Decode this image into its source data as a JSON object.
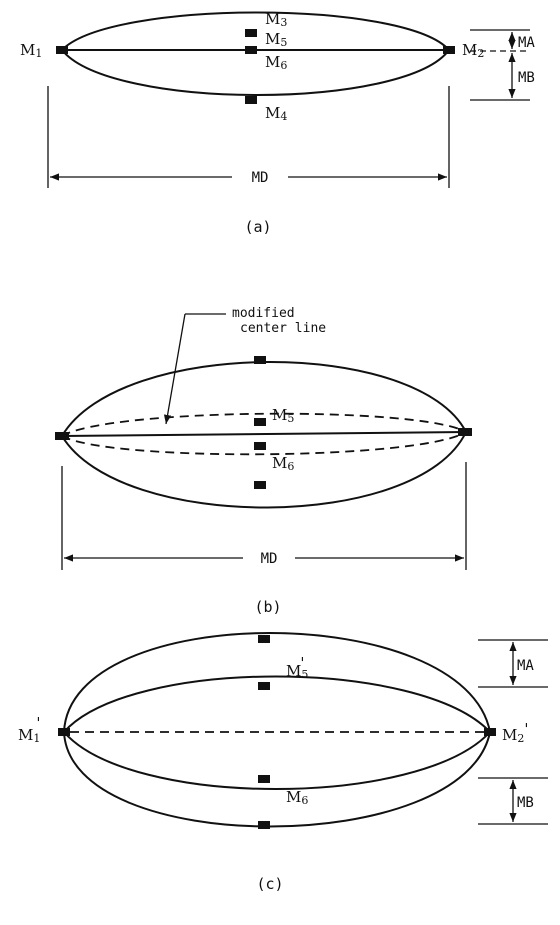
{
  "panel_a": {
    "caption": "(a)",
    "nodes": {
      "m1": "M",
      "m1_sub": "1",
      "m2": "M",
      "m2_sub": "2",
      "m3": "M",
      "m3_sub": "3",
      "m4": "M",
      "m4_sub": "4",
      "m5": "M",
      "m5_sub": "5",
      "m6": "M",
      "m6_sub": "6"
    },
    "dims": {
      "ma": "MA",
      "mb": "MB",
      "md": "MD"
    }
  },
  "panel_b": {
    "caption": "(b)",
    "annotation": [
      "modified",
      "center line"
    ],
    "nodes": {
      "m5": "M",
      "m5_sub": "5",
      "m6": "M",
      "m6_sub": "6"
    },
    "dims": {
      "md": "MD"
    }
  },
  "panel_c": {
    "caption": "(c)",
    "nodes": {
      "m1": "M",
      "m1_sub": "1",
      "m1_prime": "'",
      "m2": "M",
      "m2_sub": "2",
      "m2_prime": "'",
      "m5": "M",
      "m5_sub": "5",
      "m5_prime": "'",
      "m6": "M",
      "m6_sub": "6"
    },
    "dims": {
      "ma": "MA",
      "mb": "MB"
    }
  }
}
